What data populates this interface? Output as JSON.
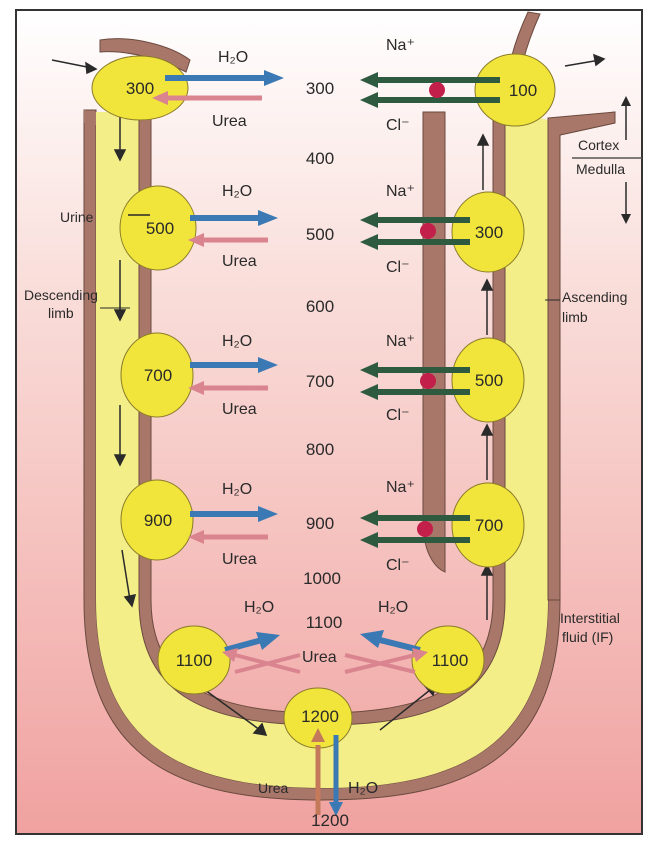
{
  "labels": {
    "cortex": "Cortex",
    "medulla": "Medulla",
    "urine": "Urine",
    "descending_limb": [
      "Descending",
      "limb"
    ],
    "ascending_limb": [
      "Ascending",
      "limb"
    ],
    "interstitial_fluid": [
      "Interstitial",
      "fluid (IF)"
    ]
  },
  "molecules": {
    "water": "H₂O",
    "water_small": "H₂O",
    "urea": "Urea",
    "sodium": "Na⁺",
    "chloride": "Cl⁻"
  },
  "interstitial_osmolarity": [
    "300",
    "400",
    "500",
    "600",
    "700",
    "800",
    "900",
    "1000",
    "1100",
    "1200"
  ],
  "descending_cells": [
    "300",
    "500",
    "700",
    "900",
    "1100"
  ],
  "bottom_cell": "1200",
  "ascending_cells": [
    "100",
    "300",
    "500",
    "700",
    "1100"
  ],
  "bottom_value": "1200",
  "colors": {
    "wall": "#a9776a",
    "lumen": "#f3ee88",
    "cell": "#f1e43a",
    "water_arrow": "#3a79b4",
    "urea_arrow": "#d9848f",
    "ion_arrow": "#2e5a40",
    "pump": "#c21f4a"
  }
}
